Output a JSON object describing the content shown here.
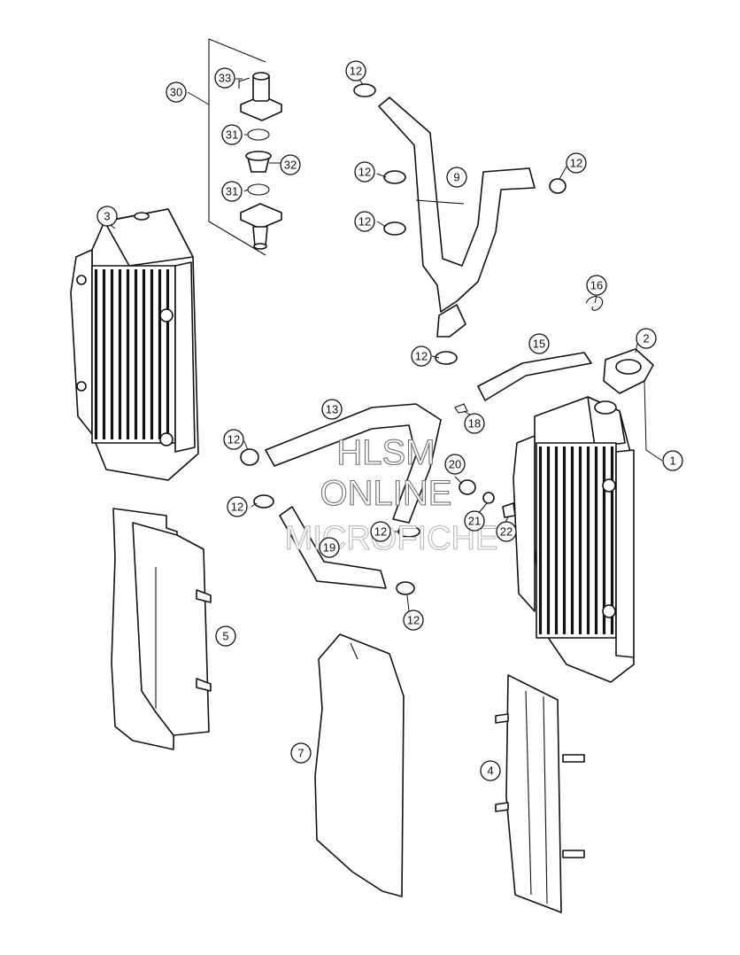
{
  "watermark": {
    "line1": "HLSM",
    "line2": "ONLINE",
    "line3": "MICROFICHE"
  },
  "callouts": {
    "c1": "1",
    "c2": "2",
    "c3": "3",
    "c4": "4",
    "c5": "5",
    "c7": "7",
    "c9": "9",
    "c12": "12",
    "c13": "13",
    "c15": "15",
    "c16": "16",
    "c18": "18",
    "c19": "19",
    "c20": "20",
    "c21": "21",
    "c22": "22",
    "c30": "30",
    "c31": "31",
    "c32": "32",
    "c33": "33"
  },
  "colors": {
    "line": "#111111",
    "background": "#ffffff",
    "watermark_outline": "#6f6f6f"
  }
}
